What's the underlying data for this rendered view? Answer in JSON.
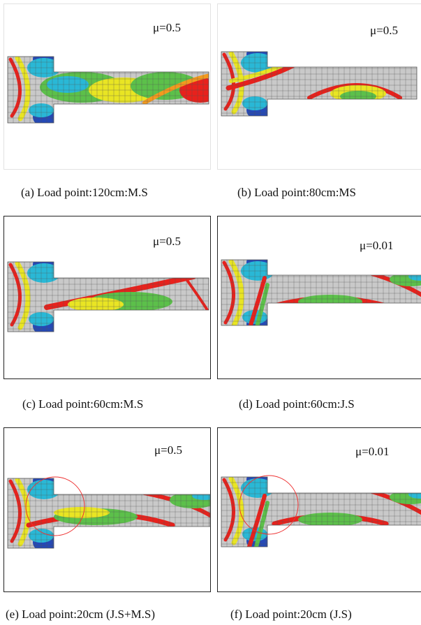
{
  "panels": [
    {
      "id": "a",
      "mu": "μ=0.5",
      "caption": "(a)  Load  point:120cm:M.S"
    },
    {
      "id": "b",
      "mu": "μ=0.5",
      "caption": "(b)  Load  point:80cm:MS"
    },
    {
      "id": "c",
      "mu": "μ=0.5",
      "caption": "(c)  Load  point:60cm:M.S"
    },
    {
      "id": "d",
      "mu": "μ=0.01",
      "caption": "(d)  Load  point:60cm:J.S"
    },
    {
      "id": "e",
      "mu": "μ=0.5",
      "caption": "(e)  Load  point:20cm  (J.S+M.S)"
    },
    {
      "id": "f",
      "mu": "μ=0.01",
      "caption": "(f)  Load  point:20cm  (J.S)"
    }
  ],
  "colors": {
    "mesh": "#c9c9c9",
    "grid": "#555555",
    "red": "#e8211c",
    "orange": "#f39a1e",
    "yellow": "#e9e523",
    "green": "#5cc04a",
    "cyan": "#29b8d6",
    "blue": "#2549b6"
  }
}
